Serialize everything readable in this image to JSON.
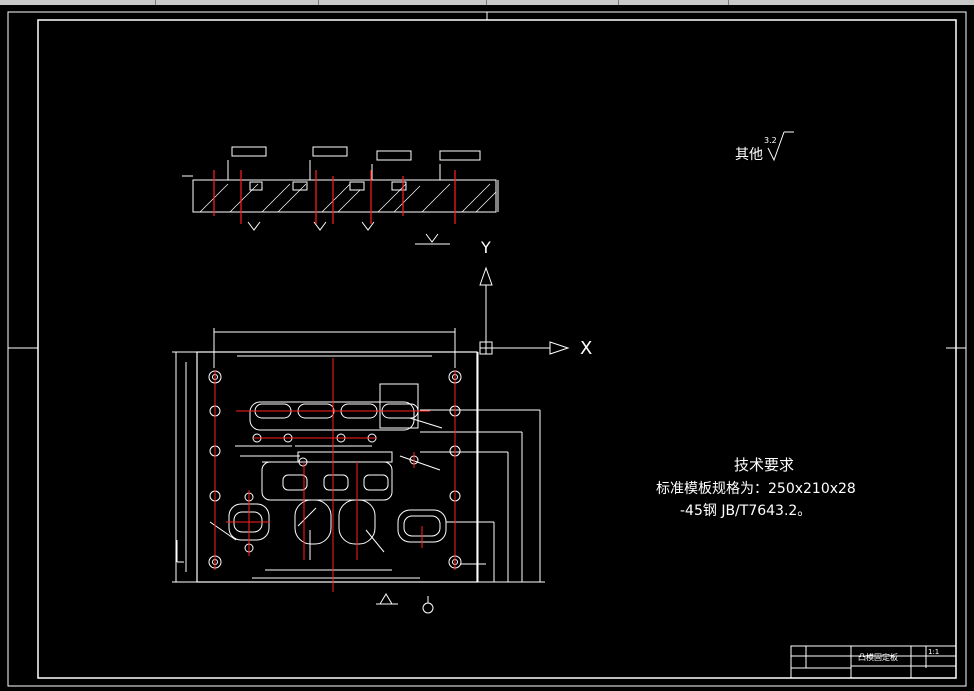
{
  "tech_requirements": {
    "title": "技术要求",
    "line1": "标准模板规格为：250x210x28",
    "line2": "-45钢 JB/T7643.2。"
  },
  "roughness": {
    "label": "其他",
    "value": "3.2"
  },
  "axes": {
    "x_label": "X",
    "y_label": "Y"
  },
  "title_block": {
    "part_name": "凸模固定板",
    "scale": "1:1"
  },
  "colors": {
    "background": "#000000",
    "line": "#ffffff",
    "centerline": "#ff2020",
    "tabs": "#c8c8c8"
  }
}
